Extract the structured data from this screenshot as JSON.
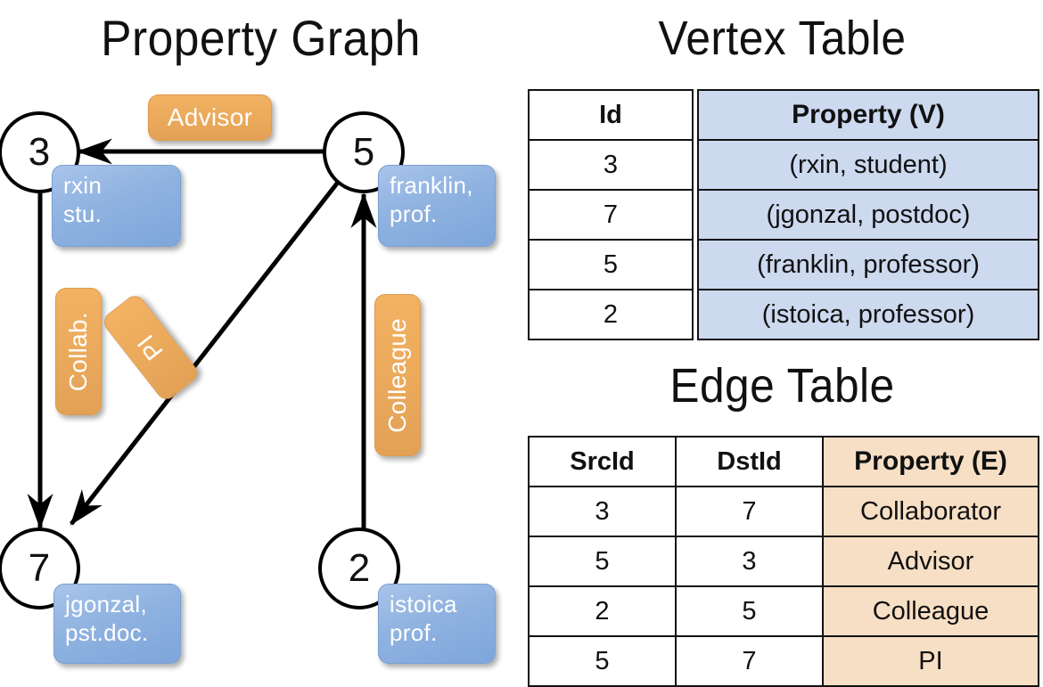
{
  "panels": {
    "graph_title": "Property Graph",
    "vertex_title": "Vertex Table",
    "edge_title": "Edge Table"
  },
  "colors": {
    "vertex_header_fill": "#ccd9ef",
    "edge_header_fill": "#f7dfc5",
    "node_chip_blue": "#8fb2e0",
    "edge_chip_orange": "#ecab5c",
    "stroke": "#111111",
    "background": "#ffffff"
  },
  "graph": {
    "nodes": [
      {
        "id": "3",
        "property_line1": "rxin",
        "property_line2": "stu."
      },
      {
        "id": "5",
        "property_line1": "franklin,",
        "property_line2": "prof."
      },
      {
        "id": "7",
        "property_line1": "jgonzal,",
        "property_line2": "pst.doc."
      },
      {
        "id": "2",
        "property_line1": "istoica",
        "property_line2": "prof."
      }
    ],
    "edge_labels": [
      {
        "name": "advisor",
        "text": "Advisor"
      },
      {
        "name": "collab",
        "text": "Collab."
      },
      {
        "name": "pi",
        "text": "PI"
      },
      {
        "name": "colleague",
        "text": "Colleague"
      }
    ],
    "edges": [
      {
        "from": "5",
        "to": "3",
        "label": "Advisor"
      },
      {
        "from": "3",
        "to": "7",
        "label": "Collab."
      },
      {
        "from": "5",
        "to": "7",
        "label": "PI"
      },
      {
        "from": "2",
        "to": "5",
        "label": "Colleague"
      }
    ]
  },
  "vertex_table": {
    "id_header": "Id",
    "property_header": "Property (V)",
    "rows": [
      {
        "id": "3",
        "property": "(rxin, student)"
      },
      {
        "id": "7",
        "property": "(jgonzal, postdoc)"
      },
      {
        "id": "5",
        "property": "(franklin, professor)"
      },
      {
        "id": "2",
        "property": "(istoica, professor)"
      }
    ]
  },
  "edge_table": {
    "src_header": "SrcId",
    "dst_header": "DstId",
    "property_header": "Property (E)",
    "rows": [
      {
        "src": "3",
        "dst": "7",
        "property": "Collaborator"
      },
      {
        "src": "5",
        "dst": "3",
        "property": "Advisor"
      },
      {
        "src": "2",
        "dst": "5",
        "property": "Colleague"
      },
      {
        "src": "5",
        "dst": "7",
        "property": "PI"
      }
    ]
  }
}
